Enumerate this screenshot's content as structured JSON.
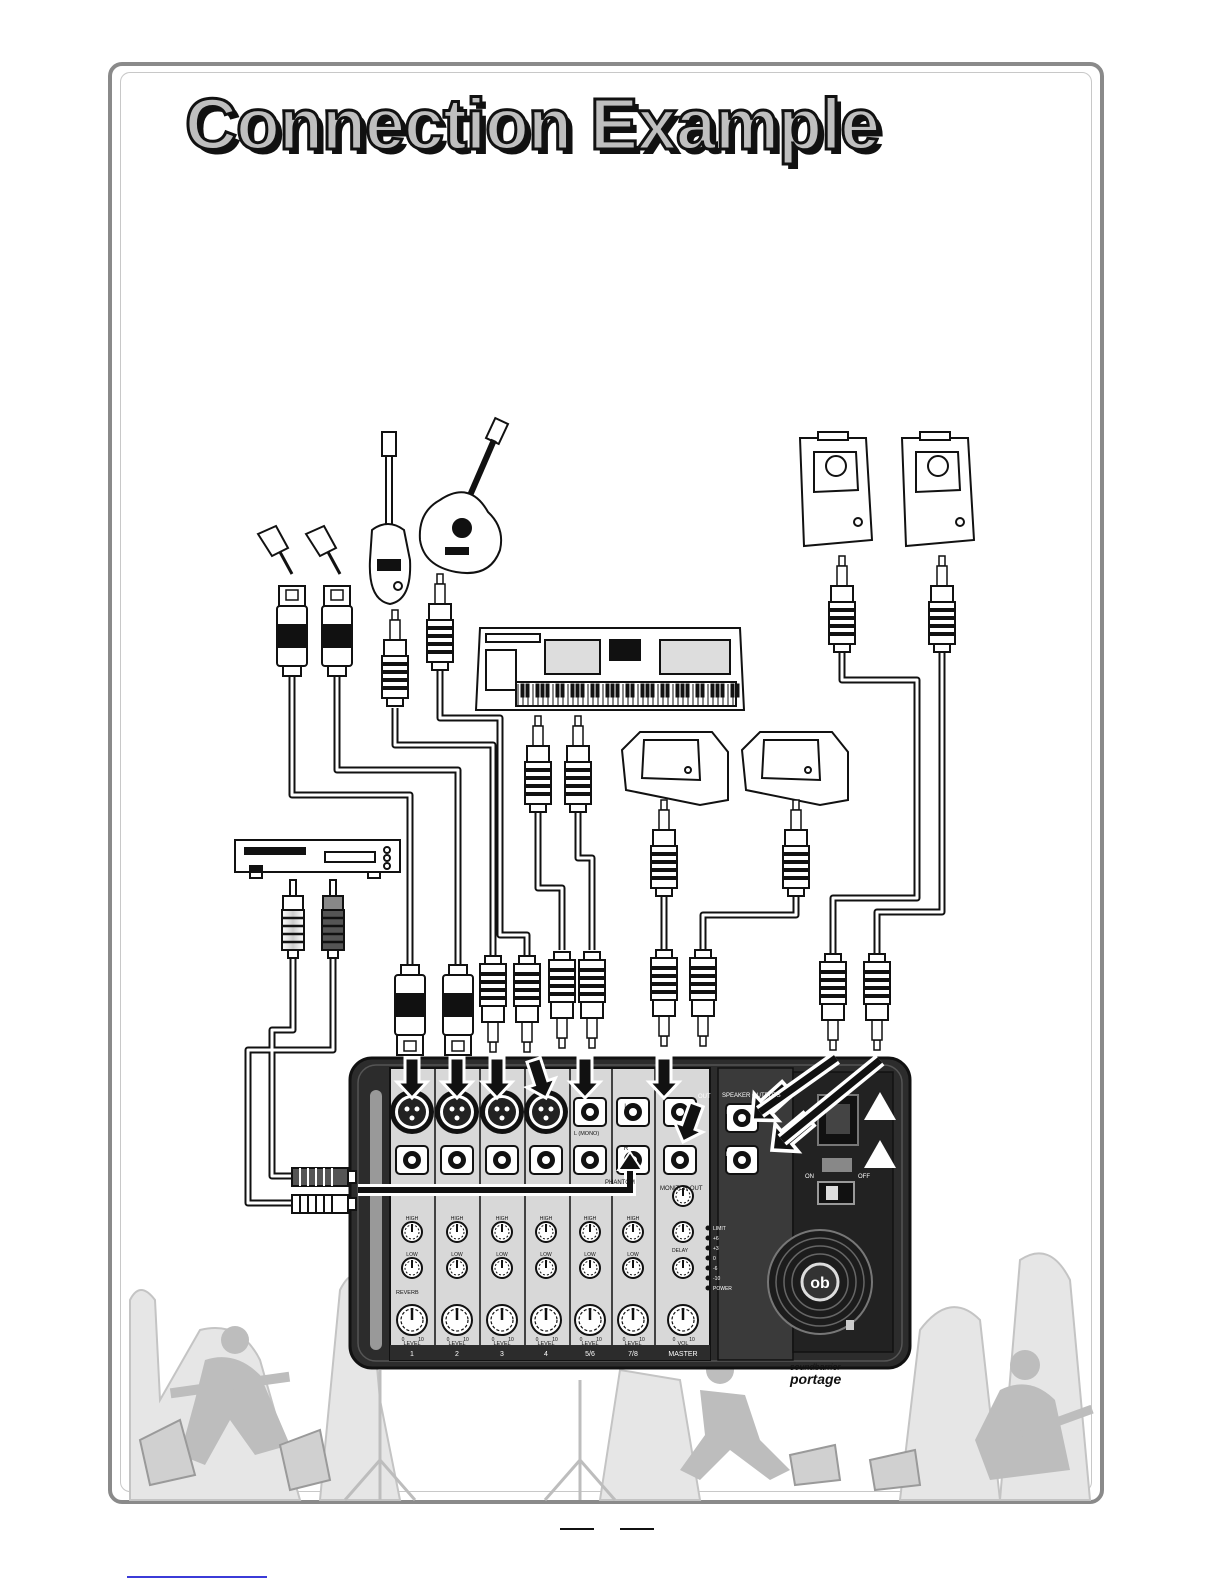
{
  "page": {
    "title": "Connection Example"
  },
  "mixer": {
    "brand_logo": "soundbarrier",
    "model_logo": "portage",
    "speaker_outputs_label": "SPEAKER OUTPUTS",
    "monitor_out_label": "MONITOR OUT",
    "out_label": "OUT",
    "on_label": "ON",
    "off_label": "OFF",
    "phantom_label": "PHANTOM",
    "reverb_label": "REVERB",
    "delay_label": "DELAY",
    "mic_line_label": "L (MONO)",
    "channels": [
      {
        "name": "1",
        "knob_label": "LEVEL",
        "eq": [
          "HIGH",
          "LOW"
        ]
      },
      {
        "name": "2",
        "knob_label": "LEVEL",
        "eq": [
          "HIGH",
          "LOW"
        ]
      },
      {
        "name": "3",
        "knob_label": "LEVEL",
        "eq": [
          "HIGH",
          "LOW"
        ]
      },
      {
        "name": "4",
        "knob_label": "LEVEL",
        "eq": [
          "HIGH",
          "LOW"
        ]
      },
      {
        "name": "5/6",
        "knob_label": "LEVEL",
        "eq": [
          "HIGH",
          "LOW"
        ]
      },
      {
        "name": "7/8",
        "knob_label": "LEVEL",
        "eq": [
          "HIGH",
          "LOW"
        ]
      },
      {
        "name": "MASTER",
        "knob_label": "VOL",
        "eq": []
      }
    ],
    "meter_labels": [
      "LIMIT",
      "+6",
      "+3",
      "0",
      "-6",
      "-10",
      "POWER"
    ],
    "scale_min": "0",
    "scale_max": "10",
    "stereo_left": "L",
    "stereo_right": "R"
  },
  "devices": [
    {
      "name": "microphone-1"
    },
    {
      "name": "microphone-2"
    },
    {
      "name": "bass-guitar"
    },
    {
      "name": "acoustic-guitar"
    },
    {
      "name": "keyboard-synth"
    },
    {
      "name": "cd-player"
    },
    {
      "name": "monitor-speaker-1"
    },
    {
      "name": "monitor-speaker-2"
    },
    {
      "name": "main-speaker-1"
    },
    {
      "name": "main-speaker-2"
    }
  ],
  "icons": [
    "microphone-icon",
    "bass-guitar-icon",
    "acoustic-guitar-icon",
    "keyboard-icon",
    "cd-player-icon",
    "speaker-icon",
    "monitor-wedge-icon",
    "fan-icon",
    "xlr-plug-icon",
    "jack-plug-icon",
    "rca-plug-icon"
  ],
  "colors": {
    "ink": "#111111",
    "panel": "#2a2a2a",
    "panel_light": "#d9d9d9",
    "frame": "#8a8a8a",
    "silhouette": "#bdbdbd"
  }
}
